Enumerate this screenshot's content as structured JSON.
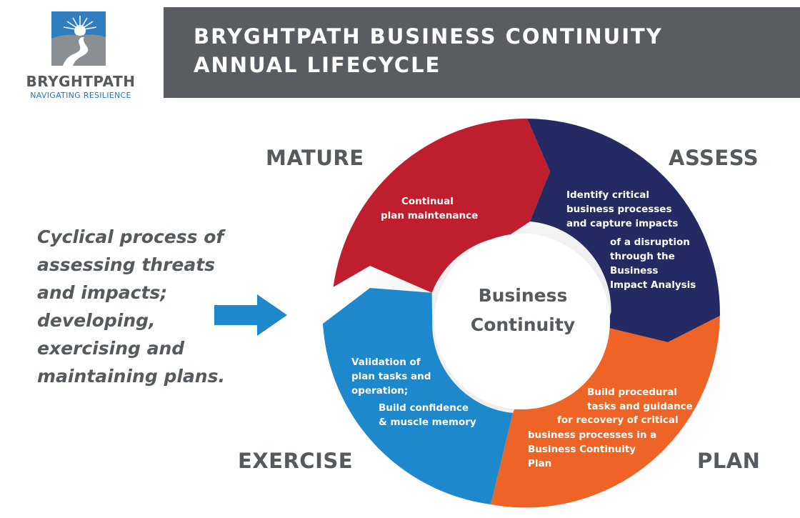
{
  "logo": {
    "name": "BRYGHTPATH",
    "tagline": "NAVIGATING RESILIENCE",
    "colors": {
      "sky": "#2f7ec1",
      "road": "#8a8f94",
      "sun": "#ffffff"
    }
  },
  "header": {
    "title_line1": "BRYGHTPATH BUSINESS CONTINUITY",
    "title_line2": "ANNUAL LIFECYCLE",
    "background": "#595d61"
  },
  "intro": {
    "lines": [
      "Cyclical process of",
      "assessing threats",
      "and impacts;",
      "developing,",
      "exercising and",
      "maintaining plans."
    ],
    "arrow_icon": "right-arrow-icon"
  },
  "center": {
    "line1": "Business",
    "line2": "Continuity"
  },
  "phases": {
    "mature": {
      "label": "MATURE",
      "color": "#be1e2d",
      "lines": [
        "Continual",
        "plan maintenance"
      ]
    },
    "assess": {
      "label": "ASSESS",
      "color": "#262a62",
      "lines": [
        "Identify critical",
        "business processes",
        "and capture impacts",
        "of a disruption",
        "through the",
        "Business",
        "Impact Analysis"
      ]
    },
    "plan": {
      "label": "PLAN",
      "color": "#ee6426",
      "lines": [
        "Build procedural",
        "tasks and guidance",
        "for recovery of critical",
        "business processes in a",
        "Business Continuity",
        "Plan"
      ]
    },
    "exercise": {
      "label": "EXERCISE",
      "color": "#1e88cc",
      "lines": [
        "Validation of",
        "plan tasks and",
        "operation;",
        "Build confidence",
        "& muscle memory"
      ]
    }
  }
}
